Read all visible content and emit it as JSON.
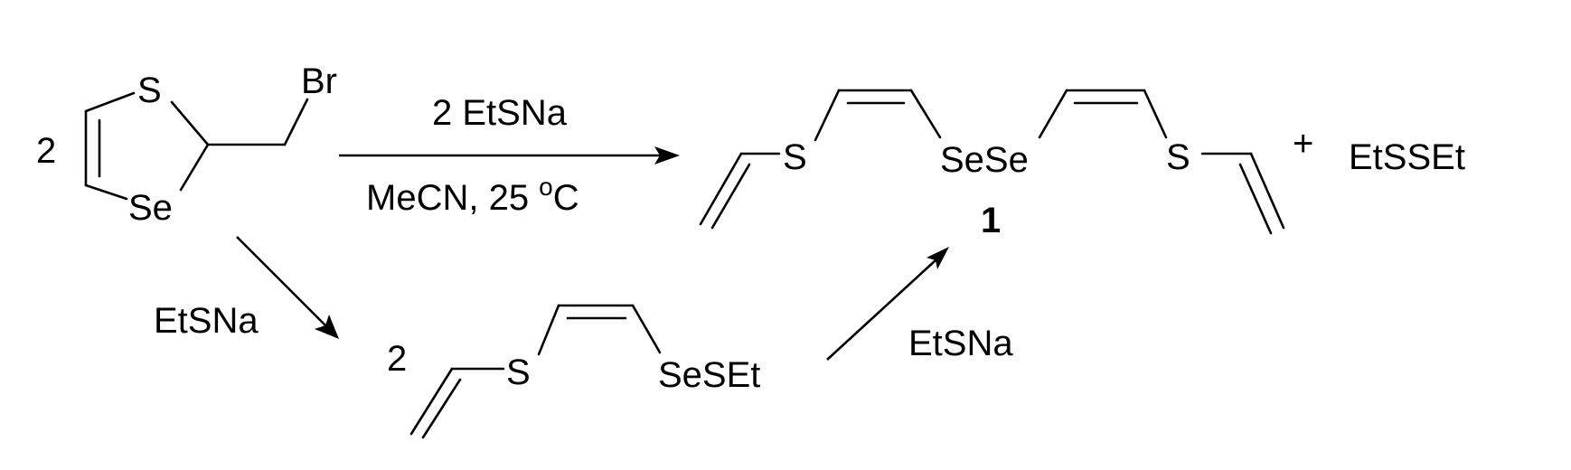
{
  "reactant": {
    "coefficient": "2",
    "atom_s": "S",
    "atom_se": "Se",
    "atom_br": "Br"
  },
  "main_reaction": {
    "reagent_above": "2 EtSNa",
    "conditions_main": "MeCN, 25 ",
    "degree_symbol": "o",
    "conditions_unit": "C"
  },
  "product": {
    "atom_s_left": "S",
    "diselenide": "SeSe",
    "atom_s_right": "S",
    "compound_number": "1",
    "plus": "+",
    "byproduct": "EtSSEt"
  },
  "side_path": {
    "reagent_down": "EtSNa",
    "intermediate_coefficient": "2",
    "intermediate_s": "S",
    "intermediate_group": "SeSEt",
    "reagent_up": "EtSNa"
  }
}
